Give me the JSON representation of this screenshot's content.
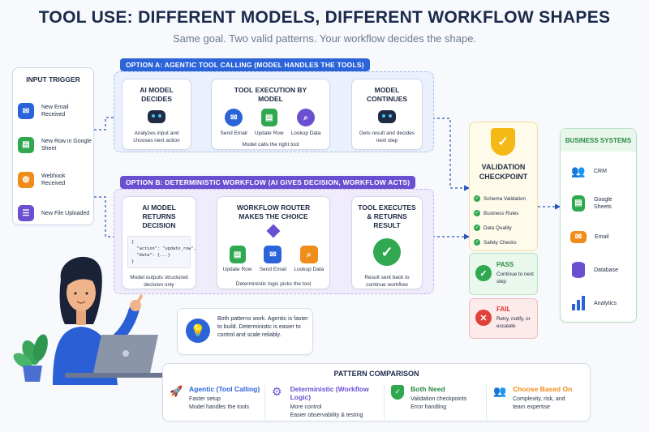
{
  "title": "TOOL USE: DIFFERENT MODELS, DIFFERENT WORKFLOW SHAPES",
  "subtitle": "Same goal. Two valid patterns. Your workflow decides the shape.",
  "input_trigger": {
    "title": "INPUT TRIGGER",
    "items": [
      {
        "label": "New Email Received",
        "icon": "email-icon",
        "color": "#2b63d9"
      },
      {
        "label": "New Row in Google Sheet",
        "icon": "sheet-icon",
        "color": "#2fa84f"
      },
      {
        "label": "Webhook Received",
        "icon": "globe-icon",
        "color": "#f08c1a"
      },
      {
        "label": "New File Uploaded",
        "icon": "file-icon",
        "color": "#6b4fd1"
      }
    ]
  },
  "option_a": {
    "banner": "OPTION A: AGENTIC TOOL CALLING (MODEL HANDLES THE TOOLS)",
    "decides": {
      "title": "AI MODEL DECIDES",
      "text": "Analyzes input and chooses next action"
    },
    "execution": {
      "title": "TOOL EXECUTION BY MODEL",
      "tools": [
        {
          "label": "Send Email",
          "color": "#2b63d9"
        },
        {
          "label": "Update Row",
          "color": "#2fa84f"
        },
        {
          "label": "Lookup Data",
          "color": "#6b4fd1"
        }
      ],
      "caption": "Model calls the right tool"
    },
    "continues": {
      "title": "MODEL CONTINUES",
      "text": "Gets result and decides next step"
    }
  },
  "option_b": {
    "banner": "OPTION B: DETERMINISTIC WORKFLOW (AI GIVES DECISION, WORKFLOW ACTS)",
    "returns": {
      "title": "AI MODEL RETURNS DECISION",
      "code": [
        "{",
        "  \"action\": \"update_row\",",
        "  \"data\": {...}",
        "}"
      ],
      "text": "Model outputs structured decision only"
    },
    "router": {
      "title": "WORKFLOW ROUTER MAKES THE CHOICE",
      "tools": [
        {
          "label": "Update Row",
          "color": "#2fa84f"
        },
        {
          "label": "Send Email",
          "color": "#2b63d9"
        },
        {
          "label": "Lookup Data",
          "color": "#f08c1a"
        }
      ],
      "caption": "Deterministic logic picks the tool"
    },
    "executes": {
      "title": "TOOL EXECUTES & RETURNS RESULT",
      "text": "Result sent back to continue workflow"
    }
  },
  "validation": {
    "title": "VALIDATION CHECKPOINT",
    "checks": [
      "Schema Validation",
      "Business Rules",
      "Data Quality",
      "Safety Checks"
    ],
    "pass": {
      "title": "PASS",
      "text": "Continue to next step"
    },
    "fail": {
      "title": "FAIL",
      "text": "Retry, notify, or escalate"
    }
  },
  "business": {
    "title": "BUSINESS SYSTEMS",
    "items": [
      {
        "label": "CRM",
        "icon": "users-icon",
        "color": "#2b63d9"
      },
      {
        "label": "Google Sheets",
        "icon": "sheet-icon",
        "color": "#2fa84f"
      },
      {
        "label": "Email",
        "icon": "email-icon",
        "color": "#f08c1a"
      },
      {
        "label": "Database",
        "icon": "database-icon",
        "color": "#6b4fd1"
      },
      {
        "label": "Analytics",
        "icon": "bar-chart-icon",
        "color": "#2b63d9"
      }
    ]
  },
  "tip": {
    "text": "Both patterns work. Agentic is faster to build. Deterministic is easier to control and scale reliably."
  },
  "comparison": {
    "title": "PATTERN COMPARISON",
    "cols": [
      {
        "title": "Agentic (Tool Calling)",
        "color": "#2b63d9",
        "icon": "rocket-icon",
        "lines": [
          "Faster setup",
          "Model handles the tools"
        ]
      },
      {
        "title": "Deterministic (Workflow Logic)",
        "color": "#6b4fd1",
        "icon": "gear-icon",
        "lines": [
          "More control",
          "Easier observability & testing"
        ]
      },
      {
        "title": "Both Need",
        "color": "#2fa84f",
        "icon": "shield-icon",
        "lines": [
          "Validation checkpoints",
          "Error handling"
        ]
      },
      {
        "title": "Choose Based On",
        "color": "#f08c1a",
        "icon": "team-icon",
        "lines": [
          "Complexity, risk, and",
          "team expertise"
        ]
      }
    ]
  }
}
